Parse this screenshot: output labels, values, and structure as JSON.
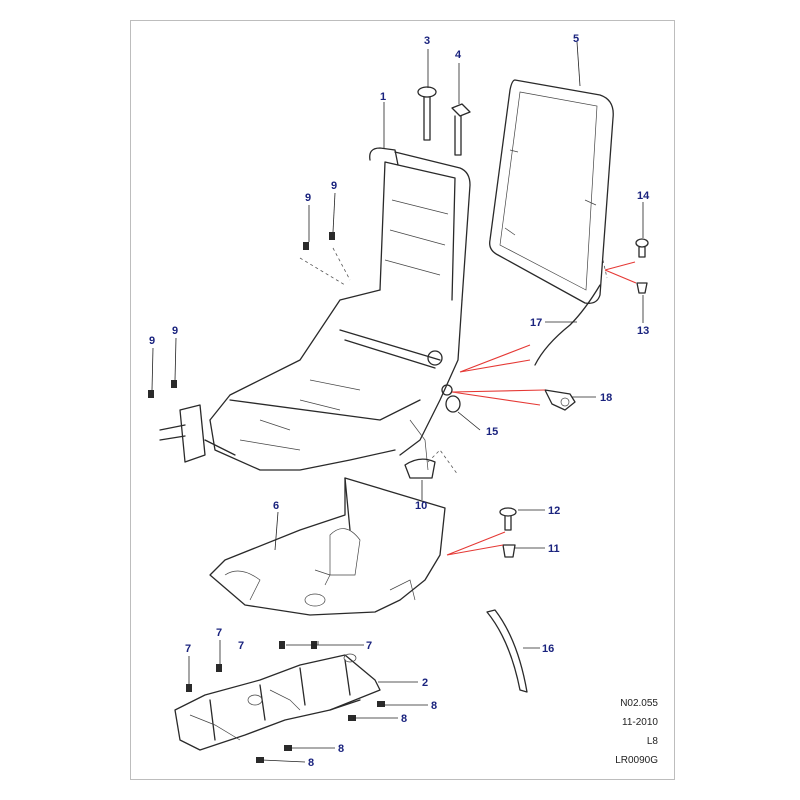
{
  "callouts": {
    "c1": "1",
    "c2": "2",
    "c3": "3",
    "c4": "4",
    "c5": "5",
    "c6": "6",
    "c7": "7",
    "c8": "8",
    "c9": "9",
    "c10": "10",
    "c11": "11",
    "c12": "12",
    "c13": "13",
    "c14": "14",
    "c15": "15",
    "c16": "16",
    "c17": "17",
    "c18": "18"
  },
  "footer": {
    "ref": "N02.055",
    "date": "11-2010",
    "model": "L8",
    "code": "LR0090G"
  },
  "colors": {
    "callout": "#1a237e",
    "leader_red": "#e53935",
    "line": "#2a2a2a"
  }
}
